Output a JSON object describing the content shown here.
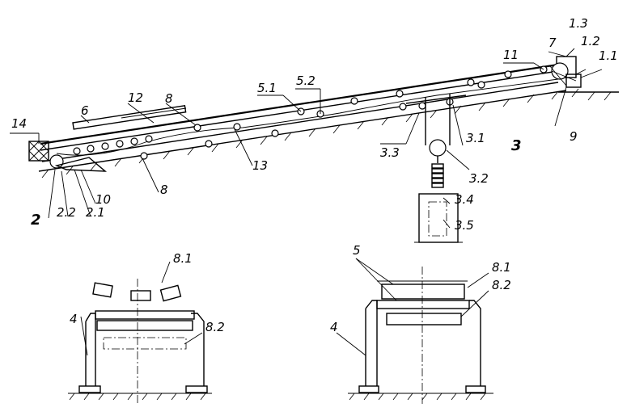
{
  "labels": {
    "l14": "14",
    "l6": "6",
    "l12": "12",
    "l8_top": "8",
    "l51": "5.1",
    "l52": "5.2",
    "l11": "11",
    "l7": "7",
    "l13": "1.3",
    "l12b": "1.2",
    "l11b": "1.1",
    "l9": "9",
    "l31": "3.1",
    "l3": "3",
    "l33": "3.3",
    "l32": "3.2",
    "l34": "3.4",
    "l35": "3.5",
    "l13b": "13",
    "l8_bot": "8",
    "l10": "10",
    "l2": "2",
    "l22": "2.2",
    "l21": "2.1",
    "l81_left": "8.1",
    "l4_left": "4",
    "l82_left": "8.2",
    "l5": "5",
    "l81_right": "8.1",
    "l82_right": "8.2",
    "l4_right": "4"
  }
}
